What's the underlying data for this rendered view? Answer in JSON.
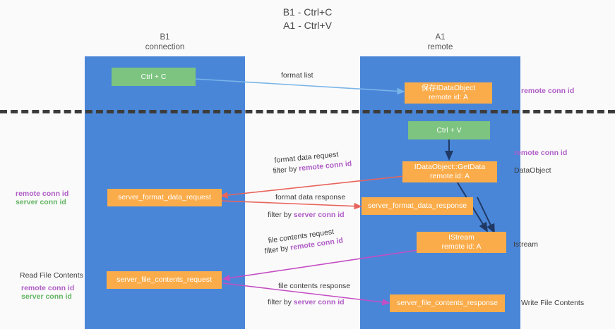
{
  "title": {
    "line1": "B1 - Ctrl+C",
    "line2": "A1 - Ctrl+V"
  },
  "columns": [
    {
      "name": "b1",
      "title": "B1",
      "subtitle": "connection"
    },
    {
      "name": "a1",
      "title": "A1",
      "subtitle": "remote"
    }
  ],
  "nodes": {
    "ctrl_c": {
      "label": "Ctrl + C",
      "sub": ""
    },
    "save_dataobject": {
      "label": "保存IDataObject",
      "sub": "remote id: A"
    },
    "ctrl_v": {
      "label": "Ctrl + V",
      "sub": ""
    },
    "getdata": {
      "label": "IDataObject::GetData",
      "sub": "remote id: A"
    },
    "server_format_data_request": {
      "label": "server_format_data_request",
      "sub": ""
    },
    "server_format_data_response": {
      "label": "server_format_data_response",
      "sub": ""
    },
    "istream": {
      "label": "IStream",
      "sub": "remote id: A"
    },
    "server_file_contents_request": {
      "label": "server_file_contents_request",
      "sub": ""
    },
    "server_file_contents_response": {
      "label": "server_file_contents_response",
      "sub": ""
    }
  },
  "edge_labels": {
    "format_list": "format list",
    "format_data_request": "format data request",
    "format_data_request_filter_prefix": "filter by ",
    "format_data_request_filter_key": "remote conn id",
    "format_data_response": "format data response",
    "format_data_response_filter_prefix": "filter by ",
    "format_data_response_filter_key": "server conn id",
    "file_contents_request": "file contents request",
    "file_contents_request_filter_prefix": "filter by ",
    "file_contents_request_filter_key": "remote conn id",
    "file_contents_response": "file contents response",
    "file_contents_response_filter_prefix": "filter by ",
    "file_contents_response_filter_key": "server conn id"
  },
  "annotations": {
    "right_remote_conn_id_top": "remote conn id",
    "right_remote_conn_id_mid": "remote conn id",
    "right_dataobject": "DataObject",
    "right_istream": "Istream",
    "right_write_file_contents": "Write File Contents",
    "left_remote_conn_id_mid": "remote conn id",
    "left_server_conn_id_mid": "server conn id",
    "left_read_file_contents": "Read File Contents",
    "left_remote_conn_id_bot": "remote conn id",
    "left_server_conn_id_bot": "server conn id"
  },
  "colors": {
    "band": "#4a86d8",
    "node_green": "#7cc47f",
    "node_orange": "#fbac4a",
    "accent_purple": "#b05cc6",
    "accent_green": "#63b463",
    "arrow_blue": "#79b5e8",
    "arrow_red": "#e8645c",
    "arrow_magenta": "#c44ec4",
    "arrow_dark": "#1f3864",
    "divider": "#3c3c3c"
  }
}
